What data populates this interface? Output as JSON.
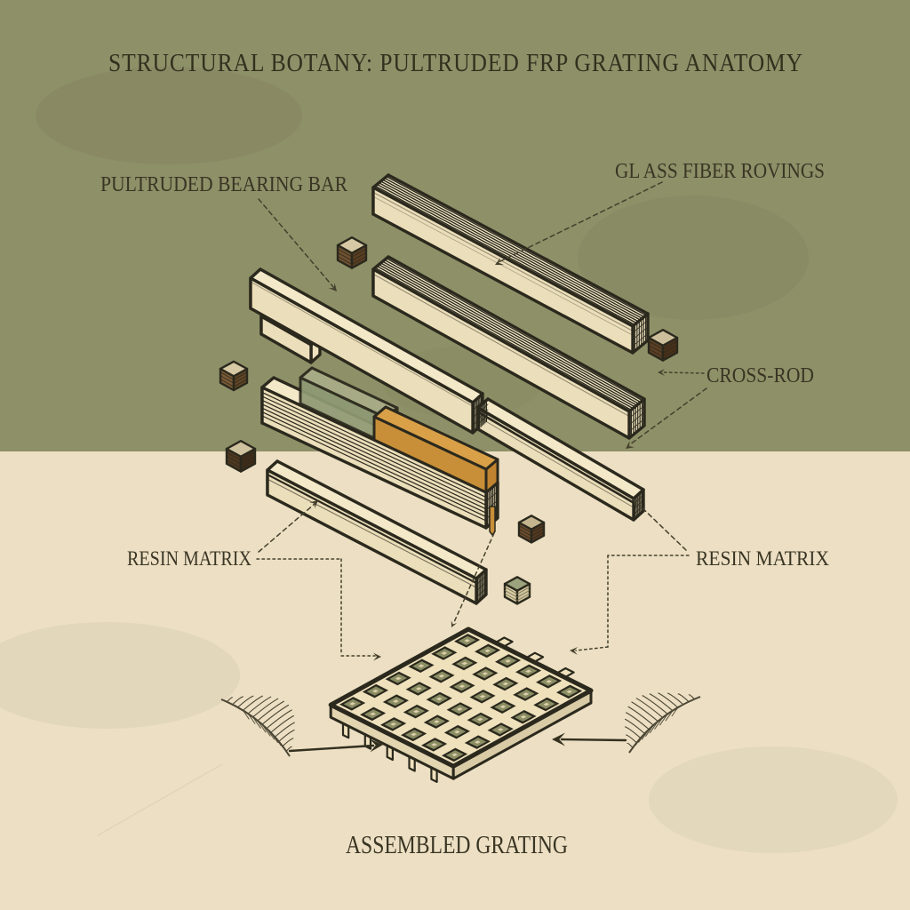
{
  "title": "STRUCTURAL BOTANY: PULTRUDED FRP GRATING ANATOMY",
  "labels": {
    "bearing_bar": "PULTRUDED BEARING BAR",
    "glass_fiber_rovings": "GL ASS FIBER ROVINGS",
    "cross_rod": "CROSS-ROD",
    "resin_matrix_left": "RESIN MATRIX",
    "resin_matrix_right": "RESIN MATRIX",
    "assembled_grating": "ASSEMBLED GRATING"
  },
  "colors": {
    "background_top": "#8e9068",
    "background_bottom": "#ecdfc3",
    "ink": "#2b291d",
    "leader": "#45402d",
    "beam_top": "#f3e8c8",
    "beam_front": "#ebdeba",
    "beam_end": "#efe2bf",
    "resin_orange_top": "#d9a048",
    "resin_orange_front": "#c88f38",
    "resin_green": "#9aa37c",
    "grating_top": "#eee1bc",
    "grating_hole_side": "#8a8c63",
    "grating_hole_bottom": "#dccfa9",
    "feather_ink": "#4b4634"
  }
}
